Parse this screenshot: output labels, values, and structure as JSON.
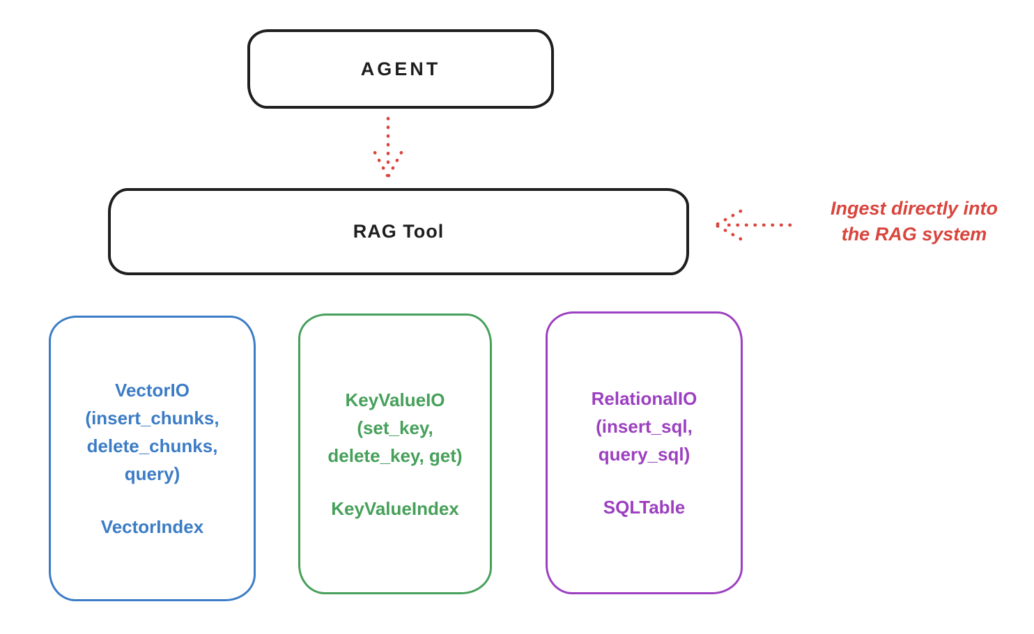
{
  "colors": {
    "ink": "#1e1e1e",
    "red": "#d9453d",
    "blue": "#3b7cc5",
    "green": "#46a05a",
    "purple": "#9c3fc0",
    "background": "#ffffff"
  },
  "nodes": {
    "agent": {
      "label": "AGENT"
    },
    "rag_tool": {
      "label": "RAG Tool"
    },
    "vector": {
      "lines": [
        "VectorIO",
        "(insert_chunks,",
        "delete_chunks,",
        "query)"
      ],
      "index_label": "VectorIndex"
    },
    "keyvalue": {
      "lines": [
        "KeyValueIO",
        "(set_key,",
        "delete_key, get)"
      ],
      "index_label": "KeyValueIndex"
    },
    "relational": {
      "lines": [
        "RelationalIO",
        "(insert_sql,",
        "query_sql)"
      ],
      "index_label": "SQLTable"
    }
  },
  "annotation": {
    "line1": "Ingest directly into",
    "line2": "the RAG system"
  }
}
